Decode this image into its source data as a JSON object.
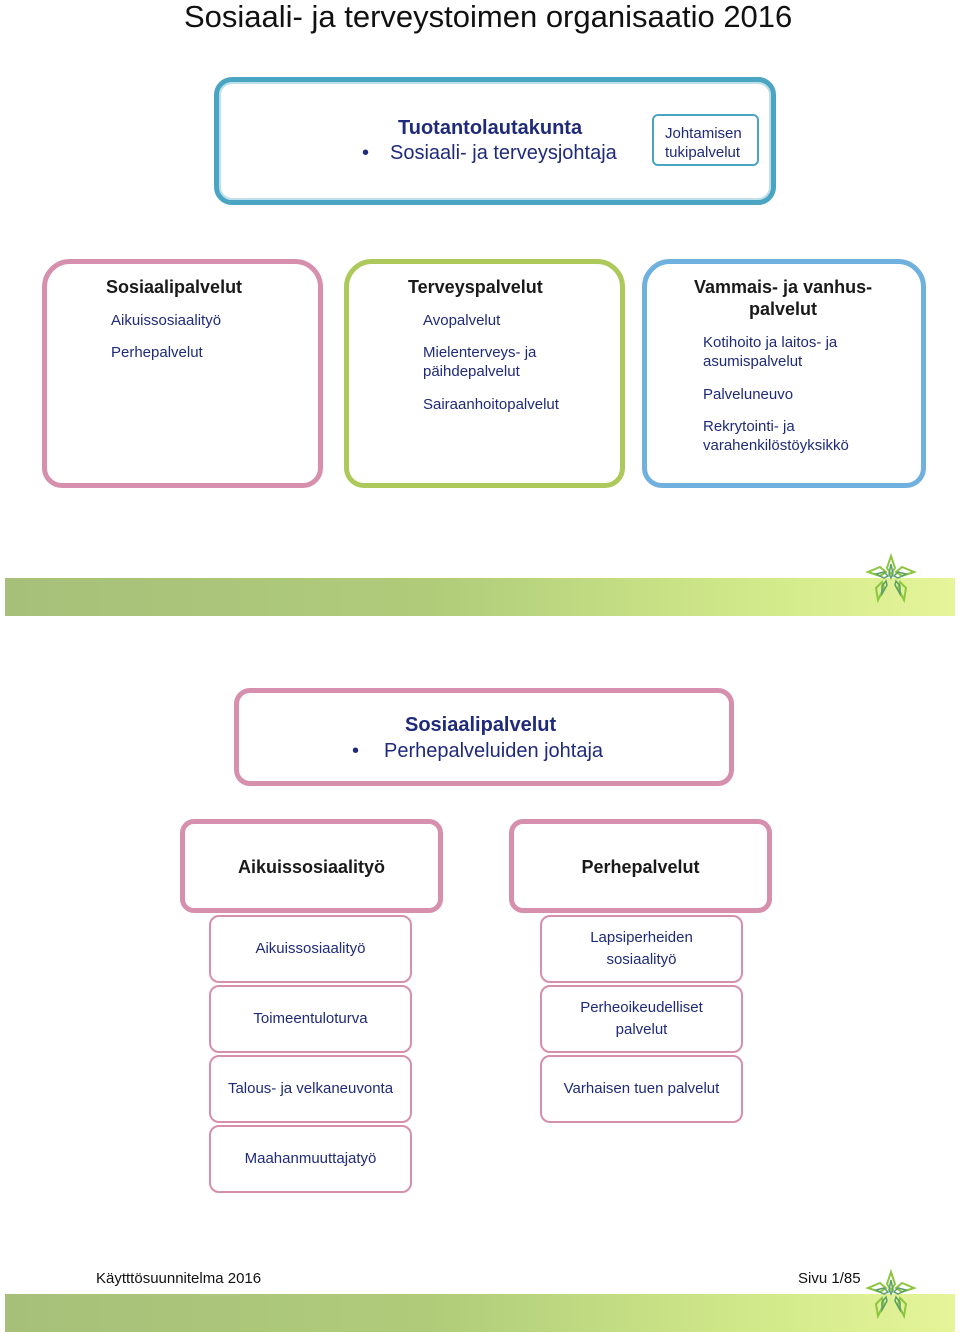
{
  "title": "Sosiaali- ja terveystoimen organisaatio 2016",
  "top": {
    "heading": "Tuotantolautakunta",
    "bullet": "•",
    "director": "Sosiaali- ja terveysjohtaja",
    "support_line1": "Johtamisen",
    "support_line2": "tukipalvelut"
  },
  "services": [
    {
      "title": "Sosiaalipalvelut",
      "items": [
        "Aikuissosiaalityö",
        "Perhepalvelut"
      ]
    },
    {
      "title": "Terveyspalvelut",
      "items": [
        "Avopalvelut",
        "Mielenterveys- ja",
        "päihdepalvelut",
        "Sairaanhoitopalvelut"
      ]
    },
    {
      "title_line1": "Vammais- ja vanhus-",
      "title_line2": "palvelut",
      "items": [
        "Kotihoito ja laitos- ja",
        "asumispalvelut",
        "Palveluneuvo",
        "Rekrytointi- ja",
        "varahenkilöstöyksikkö"
      ]
    }
  ],
  "social": {
    "heading": "Sosiaalipalvelut",
    "bullet": "•",
    "leader": "Perhepalveluiden johtaja",
    "adult": {
      "title": "Aikuissosiaalityö",
      "units": [
        "Aikuissosiaalityö",
        "Toimeentuloturva",
        "Talous- ja velkaneuvonta",
        "Maahanmuuttajatyö"
      ]
    },
    "family": {
      "title": "Perhepalvelut",
      "units": [
        {
          "line1": "Lapsiperheiden",
          "line2": "sosiaalityö"
        },
        {
          "line1": "Perheoikeudelliset",
          "line2": "palvelut"
        },
        {
          "line1": "Varhaisen tuen palvelut",
          "line2": ""
        }
      ]
    }
  },
  "footer": {
    "left": "Käytttösuunnitelma 2016",
    "right": "Sivu 1/85"
  },
  "colors": {
    "pink": "#d68fad",
    "green": "#adc85b",
    "blue": "#6fb0de",
    "teal": "#4aa5c3",
    "navy_text": "#1f2a7a"
  },
  "icons": {
    "logo": "flower-logo-icon"
  }
}
